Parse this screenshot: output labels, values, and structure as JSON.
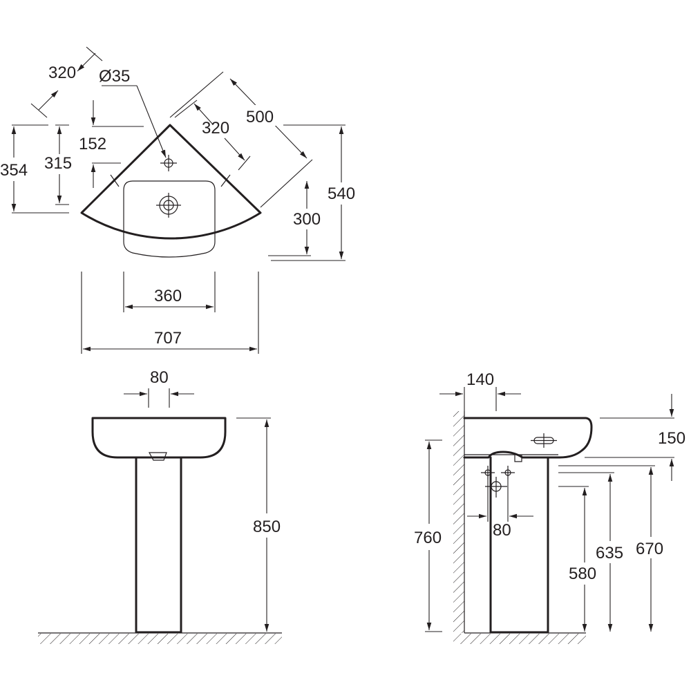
{
  "dimensions": {
    "top_320_diag": "320",
    "hole_diameter": "Ø35",
    "diag_500": "500",
    "inner_320": "320",
    "h_152": "152",
    "h_354": "354",
    "h_315": "315",
    "h_540": "540",
    "h_300": "300",
    "w_360": "360",
    "w_707": "707",
    "front_80": "80",
    "front_850": "850",
    "side_140": "140",
    "side_150": "150",
    "side_760": "760",
    "side_80": "80",
    "side_635": "635",
    "side_670": "670",
    "side_580": "580"
  },
  "colors": {
    "line": "#231f20",
    "background": "#ffffff"
  }
}
